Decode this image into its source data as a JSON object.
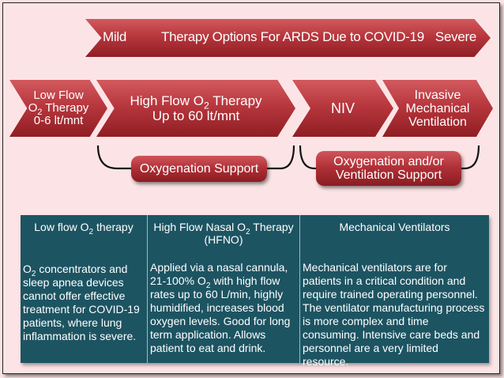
{
  "banner": {
    "left": "Mild",
    "title": "Therapy Options For ARDS Due to COVID-19",
    "right": "Severe"
  },
  "steps": [
    {
      "line1": "Low Flow",
      "line2_pre": "O",
      "line2_sub": "2",
      "line2_post": " Therapy",
      "line3": "0-6 lt/mnt"
    },
    {
      "line1_pre": "High Flow O",
      "line1_sub": "2",
      "line1_post": " Therapy",
      "line2": "Up to 60 lt/mnt"
    },
    {
      "label": "NIV"
    },
    {
      "line1": "Invasive",
      "line2": "Mechanical",
      "line3": "Ventilation"
    }
  ],
  "groups": [
    {
      "label": "Oxygenation Support"
    },
    {
      "line1": "Oxygenation and/or",
      "line2": "Ventilation Support"
    }
  ],
  "table": {
    "columns": [
      {
        "head_pre": "Low flow O",
        "head_sub": "2",
        "head_post": " therapy",
        "body_pre": "O",
        "body_sub": "2",
        "body_post": " concentrators and sleep apnea devices cannot offer effective treatment for COVID-19 patients, where lung inflammation is severe."
      },
      {
        "head_pre": "High Flow Nasal O",
        "head_sub": "2",
        "head_post": " Therapy",
        "head_line2": "(HFNO)",
        "body_pre": "Applied via a nasal cannula, 21-100% O",
        "body_sub": "2",
        "body_post": " with high flow rates up to 60 L/min, highly humidified, increases blood oxygen levels. Good for long term application. Allows patient to eat and drink."
      },
      {
        "head": "Mechanical Ventilators",
        "body": "Mechanical ventilators are for patients in a critical condition and require trained operating personnel. The ventilator manufacturing process is more complex and time consuming. Intensive care beds and personnel are a very limited resource."
      }
    ]
  }
}
